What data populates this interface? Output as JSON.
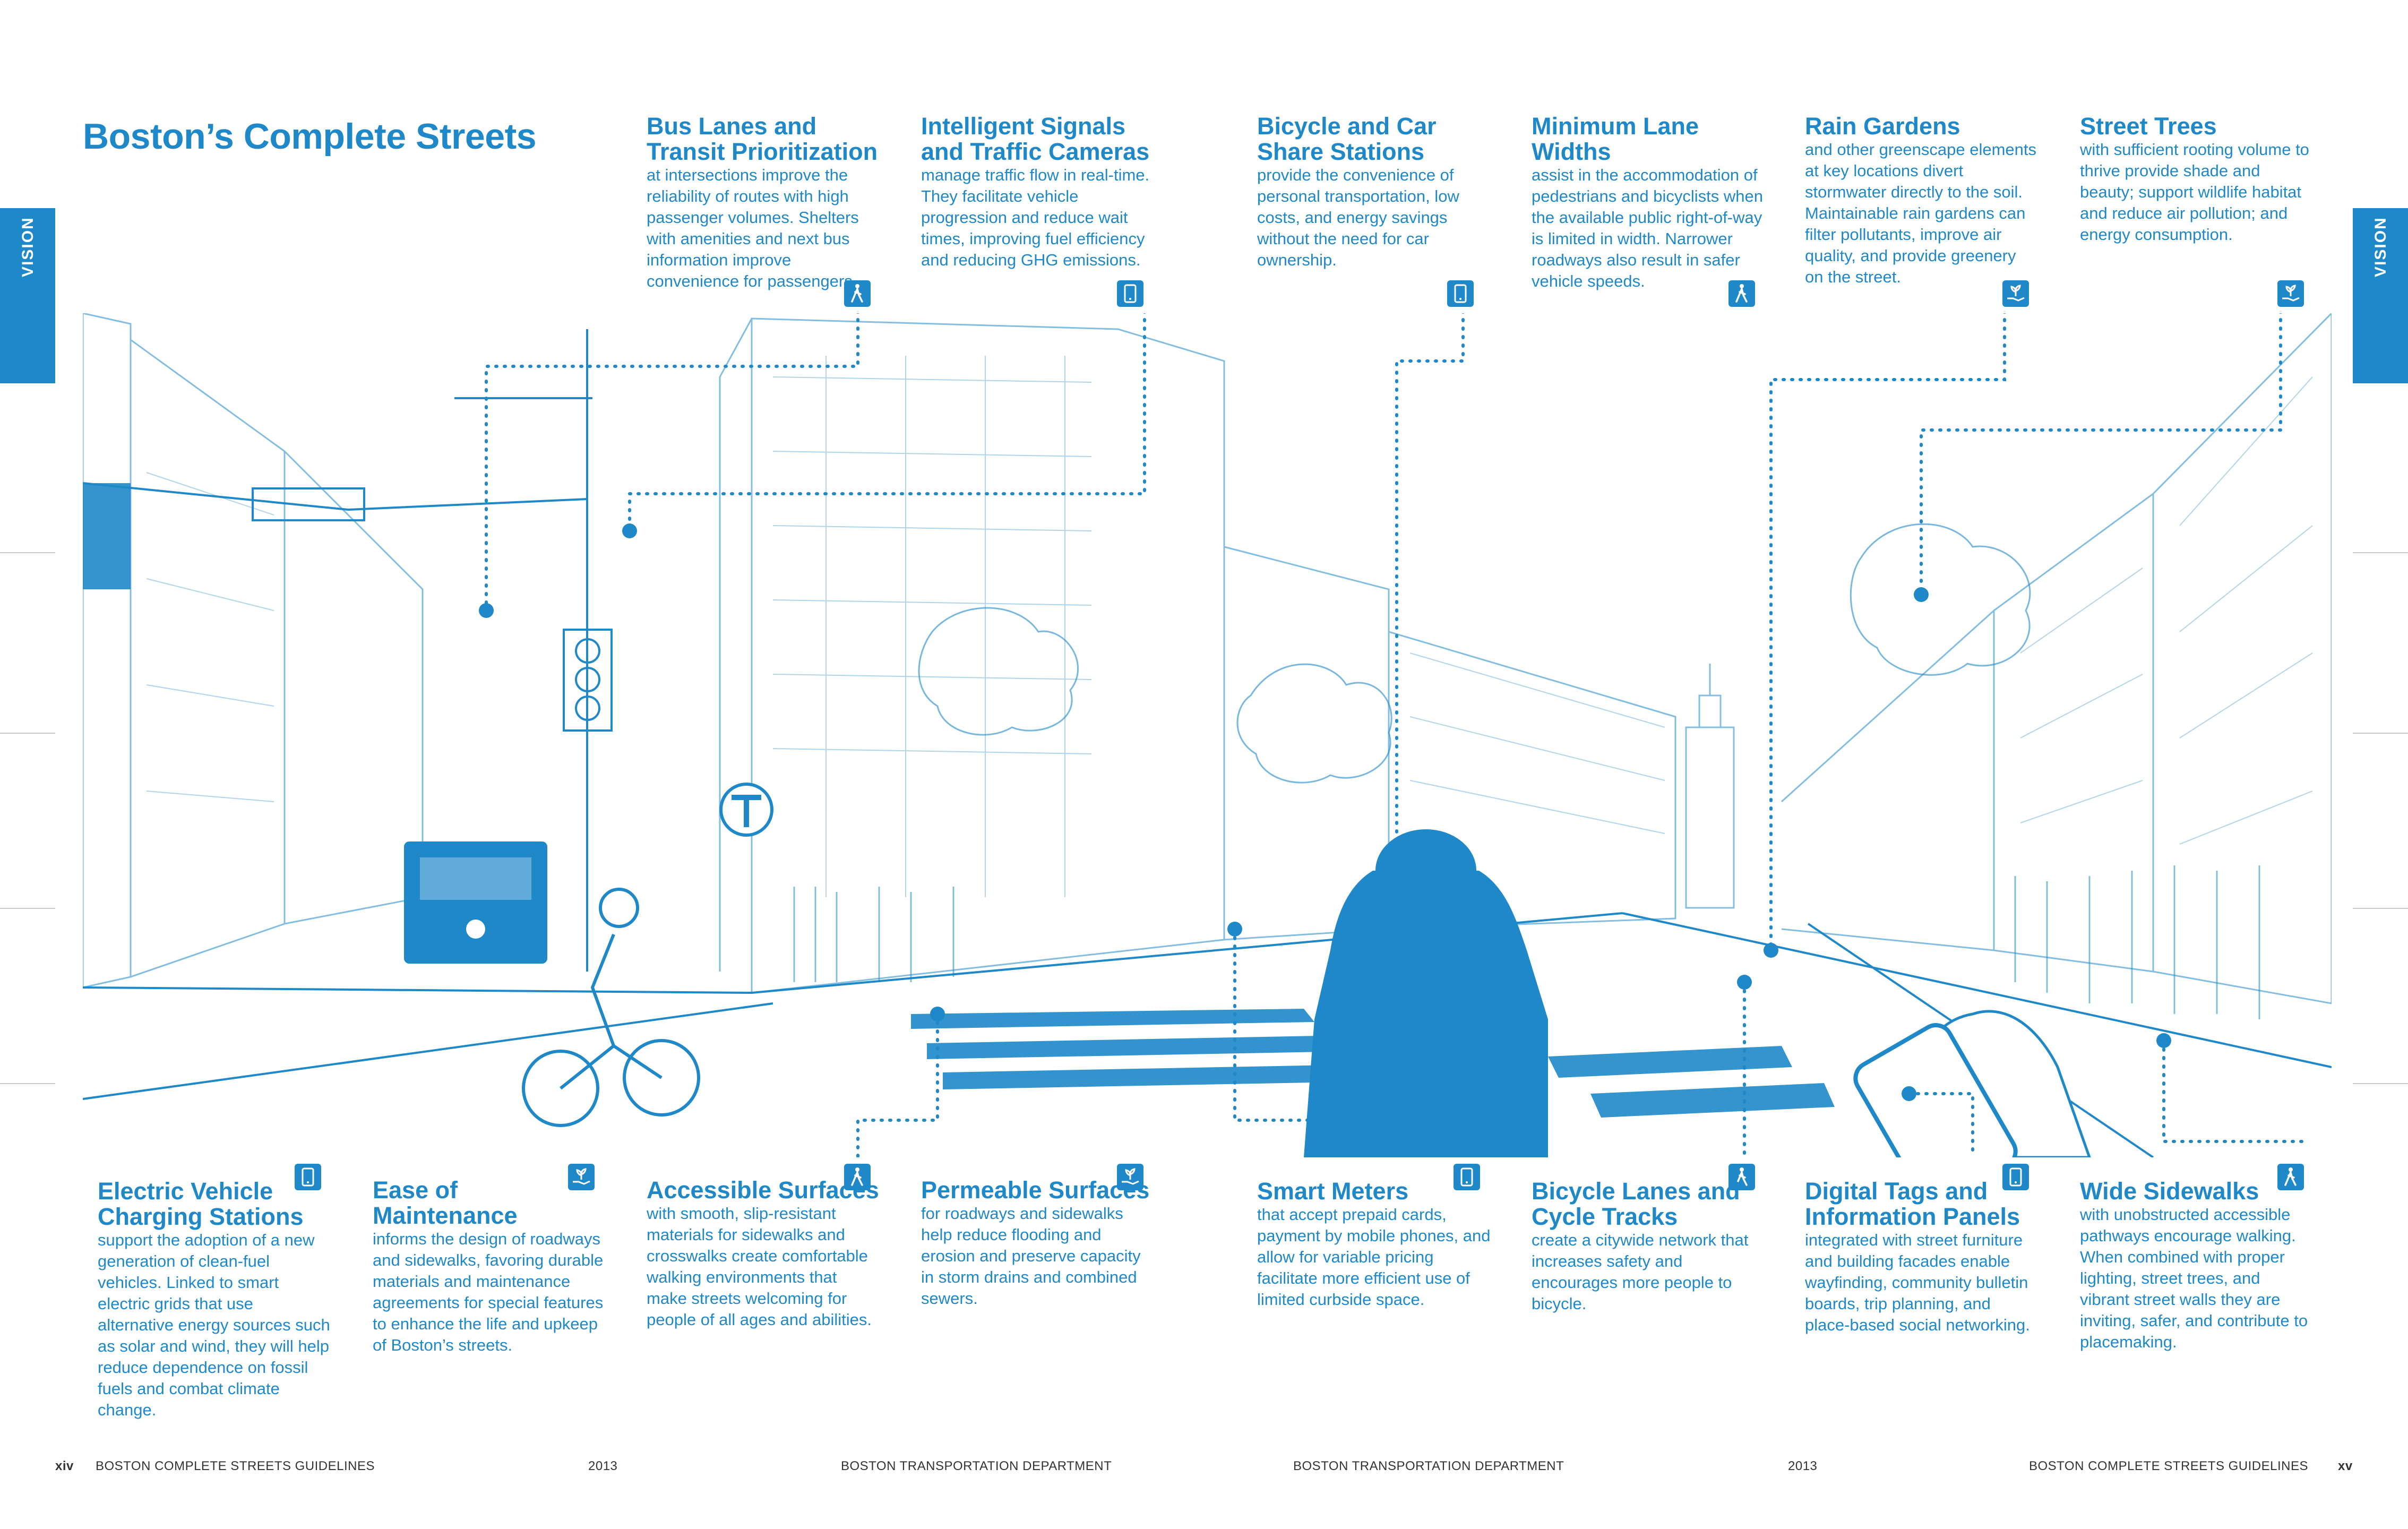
{
  "title": "Boston’s Complete Streets",
  "side_tab_label": "VISION",
  "top_items": [
    {
      "heading": "Bus Lanes and Transit Prioritization",
      "body": "at intersections improve the reliability of routes with high passenger volumes. Shelters with amenities and next bus information improve convenience for passengers.",
      "icon": "pedestrian-icon"
    },
    {
      "heading": "Intelligent Signals and Traffic Cameras",
      "body": "manage traffic flow in real-time. They facilitate vehicle progression and reduce wait times, improving fuel efficiency and reducing GHG emissions.",
      "icon": "mobile-phone-icon"
    },
    {
      "heading": "Bicycle and Car Share Stations",
      "body": "provide the convenience of personal transportation, low costs, and energy savings without the need for car ownership.",
      "icon": "mobile-phone-icon"
    },
    {
      "heading": "Minimum Lane Widths",
      "body": "assist in the accommodation of pedestrians and bicyclists when the available public right-of-way is limited in width. Narrower roadways also result in safer vehicle speeds.",
      "icon": "pedestrian-icon"
    },
    {
      "heading": "Rain Gardens",
      "body": "and other greenscape elements at key locations divert stormwater directly to the soil. Maintainable rain gardens can filter pollutants, improve air quality, and provide greenery on the street.",
      "icon": "plant-hand-icon"
    },
    {
      "heading": "Street Trees",
      "body": "with sufficient rooting volume to thrive provide shade and beauty; support wildlife habitat and reduce air pollution; and energy consumption.",
      "icon": "plant-hand-icon"
    }
  ],
  "bottom_items": [
    {
      "heading": "Electric Vehicle Charging Stations",
      "body": "support the adoption of a new generation of clean-fuel vehicles. Linked to smart electric grids that use alternative energy sources such as solar and wind, they will help reduce dependence on fossil fuels and combat climate change.",
      "icon": "mobile-phone-icon"
    },
    {
      "heading": "Ease of Maintenance",
      "body": "informs the design of roadways and sidewalks, favoring durable materials and maintenance agreements for special features to enhance the life and upkeep of Boston’s streets.",
      "icon": "plant-hand-icon"
    },
    {
      "heading": "Accessible Surfaces",
      "body": "with smooth, slip-resistant materials for sidewalks and crosswalks create comfortable walking environments that make streets welcoming for people of all ages and abilities.",
      "icon": "pedestrian-icon"
    },
    {
      "heading": "Permeable Surfaces",
      "body": "for roadways and sidewalks help reduce flooding and erosion and preserve capacity in storm drains and combined sewers.",
      "icon": "plant-hand-icon"
    },
    {
      "heading": "Smart Meters",
      "body": "that accept prepaid cards, payment by mobile phones, and allow for variable pricing facilitate more efficient use of limited curbside space.",
      "icon": "mobile-phone-icon"
    },
    {
      "heading": "Bicycle Lanes and Cycle Tracks",
      "body": "create a citywide network that increases safety and encourages more people to bicycle.",
      "icon": "pedestrian-icon"
    },
    {
      "heading": "Digital Tags and Information Panels",
      "body": "integrated with street furniture and building facades enable wayfinding, community bulletin boards, trip planning, and place-based social networking.",
      "icon": "mobile-phone-icon"
    },
    {
      "heading": "Wide Sidewalks",
      "body": "with unobstructed accessible pathways encourage walking. When combined with proper lighting, street trees, and vibrant street walls they are inviting, safer, and contribute to placemaking.",
      "icon": "pedestrian-icon"
    }
  ],
  "footer": {
    "left_page": "xiv",
    "left_title": "BOSTON COMPLETE STREETS GUIDELINES",
    "left_year": "2013",
    "left_dept": "BOSTON TRANSPORTATION DEPARTMENT",
    "right_dept": "BOSTON TRANSPORTATION DEPARTMENT",
    "right_year": "2013",
    "right_title": "BOSTON COMPLETE STREETS GUIDELINES",
    "right_page": "xv"
  },
  "colors": {
    "accent": "#1e88c9"
  }
}
